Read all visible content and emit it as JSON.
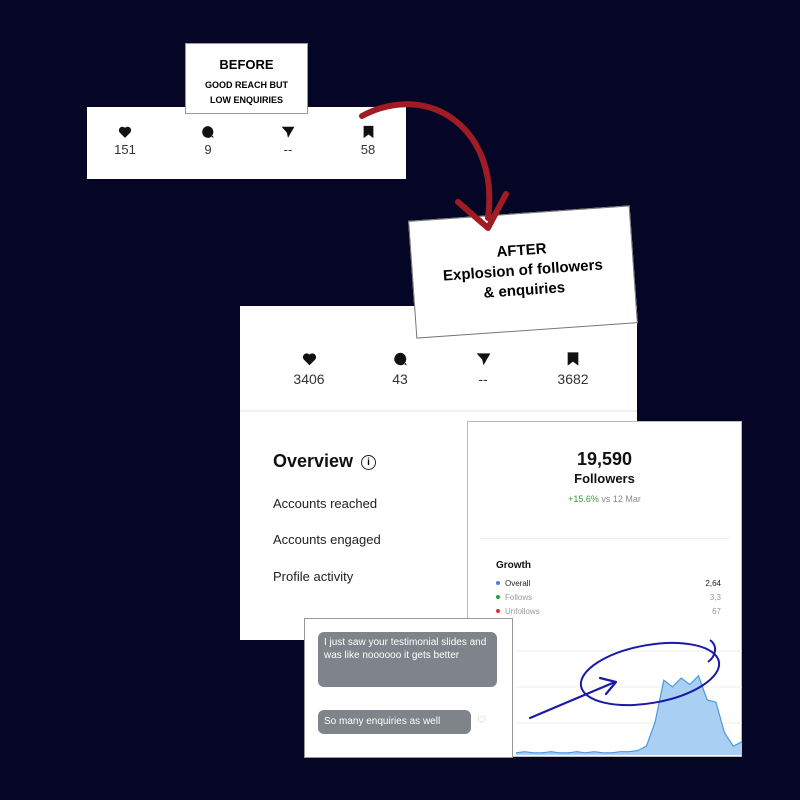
{
  "before": {
    "label_title": "BEFORE",
    "label_line1": "GOOD REACH BUT",
    "label_line2": "LOW ENQUIRIES",
    "stats": {
      "likes": "151",
      "comments": "9",
      "shares": "--",
      "saves": "58"
    }
  },
  "after": {
    "label_title": "AFTER",
    "label_line1": "Explosion of followers",
    "label_line2": "& enquiries",
    "stats": {
      "likes": "3406",
      "comments": "43",
      "shares": "--",
      "saves": "3682"
    }
  },
  "overview": {
    "title": "Overview",
    "rows": [
      "Accounts reached",
      "Accounts engaged",
      "Profile activity"
    ]
  },
  "followers": {
    "count": "19,590",
    "label": "Followers",
    "change": "+15.6%",
    "change_suffix": "vs 12 Mar",
    "growth_title": "Growth",
    "growth_rows": [
      {
        "label": "Overall",
        "value": "2,64",
        "color": "#3b82f6"
      },
      {
        "label": "Follows",
        "value": "3,3",
        "color": "#22a33a"
      },
      {
        "label": "Unfollows",
        "value": "67",
        "color": "#e0312e"
      }
    ],
    "chart_series": [
      2,
      3,
      2,
      2,
      3,
      2,
      2,
      3,
      2,
      3,
      2,
      2,
      3,
      3,
      4,
      8,
      30,
      68,
      62,
      70,
      64,
      72,
      50,
      48,
      20,
      8,
      12
    ]
  },
  "chat": {
    "message1": "I just saw your testimonial slides and was like noooooo it gets better",
    "message2": "So many enquiries as well"
  },
  "colors": {
    "background": "#050625",
    "arrow": "#a01c24",
    "annotation": "#1a1aa8",
    "chart_fill": "#a9d0f2",
    "chart_line": "#4a98dc"
  }
}
